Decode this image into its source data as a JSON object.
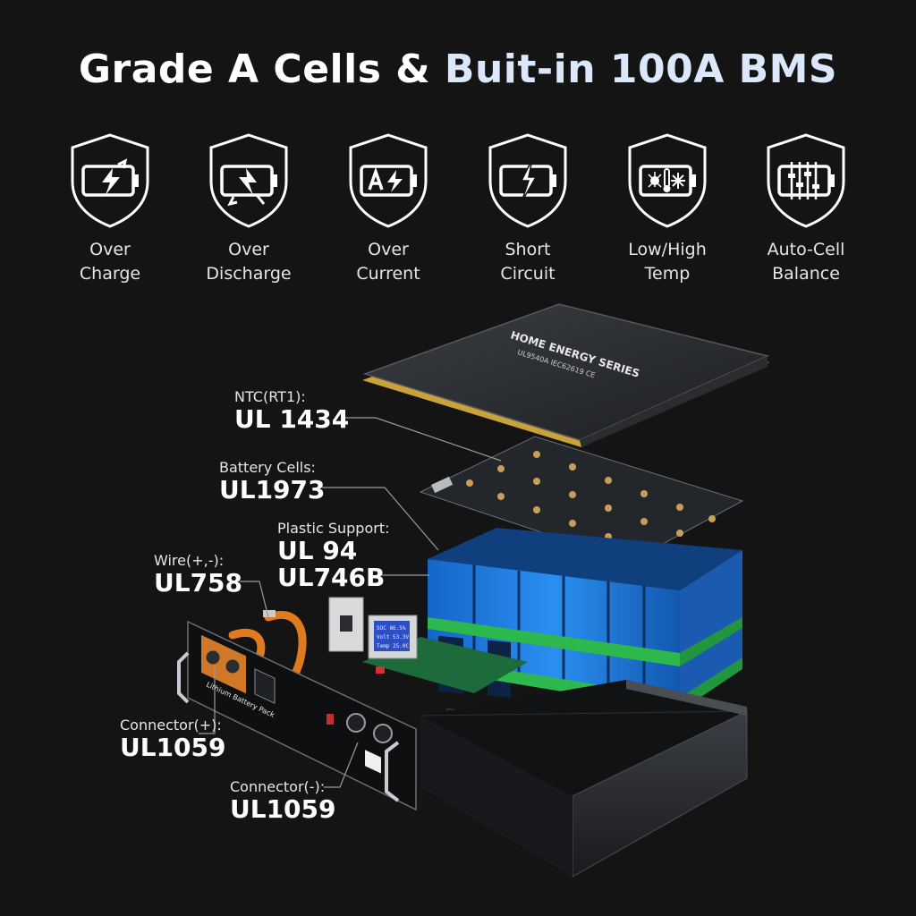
{
  "title": {
    "part1": "Grade A Cells & ",
    "part2": "Buit-in 100A BMS"
  },
  "colors": {
    "accent": "#dbe8fb",
    "background": "#141414",
    "cell_blue": "#1f7fe0",
    "frame_green": "#2db84d"
  },
  "features": [
    {
      "icon": "over-charge-icon",
      "label": "Over\nCharge"
    },
    {
      "icon": "over-discharge-icon",
      "label": "Over\nDischarge"
    },
    {
      "icon": "over-current-icon",
      "label": "Over\nCurrent"
    },
    {
      "icon": "short-circuit-icon",
      "label": "Short\nCircuit"
    },
    {
      "icon": "temperature-icon",
      "label": "Low/High\nTemp"
    },
    {
      "icon": "cell-balance-icon",
      "label": "Auto-Cell\nBalance"
    }
  ],
  "product": {
    "lid_text": "HOME ENERGY SERIES",
    "lid_certs": "UL9540A  IEC62619  CE",
    "panel_label": "Lithium Battery Pack",
    "display_lines": [
      "SOC 86.5%",
      "Volt 53.3V",
      "Temp 25.0C"
    ]
  },
  "callouts": {
    "ntc": {
      "label": "NTC(RT1):",
      "value": "UL 1434"
    },
    "cells": {
      "label": "Battery Cells:",
      "value": "UL1973"
    },
    "plastic": {
      "label": "Plastic Support:",
      "value1": "UL 94",
      "value2": "UL746B"
    },
    "wire": {
      "label": "Wire(+,-):",
      "value": "UL758"
    },
    "conn_pos": {
      "label": "Connector(+):",
      "value": "UL1059"
    },
    "conn_neg": {
      "label": "Connector(-):",
      "value": "UL1059"
    }
  }
}
